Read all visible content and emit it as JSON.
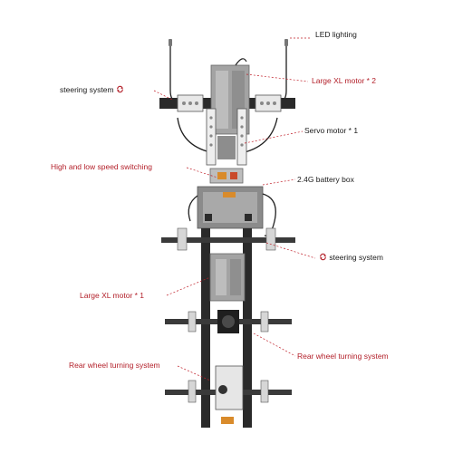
{
  "colors": {
    "label_black": "#1a1a1a",
    "label_red": "#b3202a",
    "leader_line": "#c0202a",
    "frame": "#2a2a2a",
    "motor": "#9a9a9a",
    "accent_orange": "#d98b2b"
  },
  "labels": {
    "led_lighting": "LED lighting",
    "large_xl_motor_2": "Large XL motor * 2",
    "steering_system_top": "steering system",
    "servo_motor": "Servo motor * 1",
    "high_low_speed": "High and low speed switching",
    "battery_box": "2.4G battery box",
    "steering_system_mid": "steering system",
    "large_xl_motor_1": "Large XL motor * 1",
    "rear_wheel_right": "Rear wheel turning system",
    "rear_wheel_left": "Rear wheel turning system"
  },
  "icons": {
    "steering_top": "sync-arrows-icon",
    "steering_mid": "sync-arrows-icon"
  }
}
